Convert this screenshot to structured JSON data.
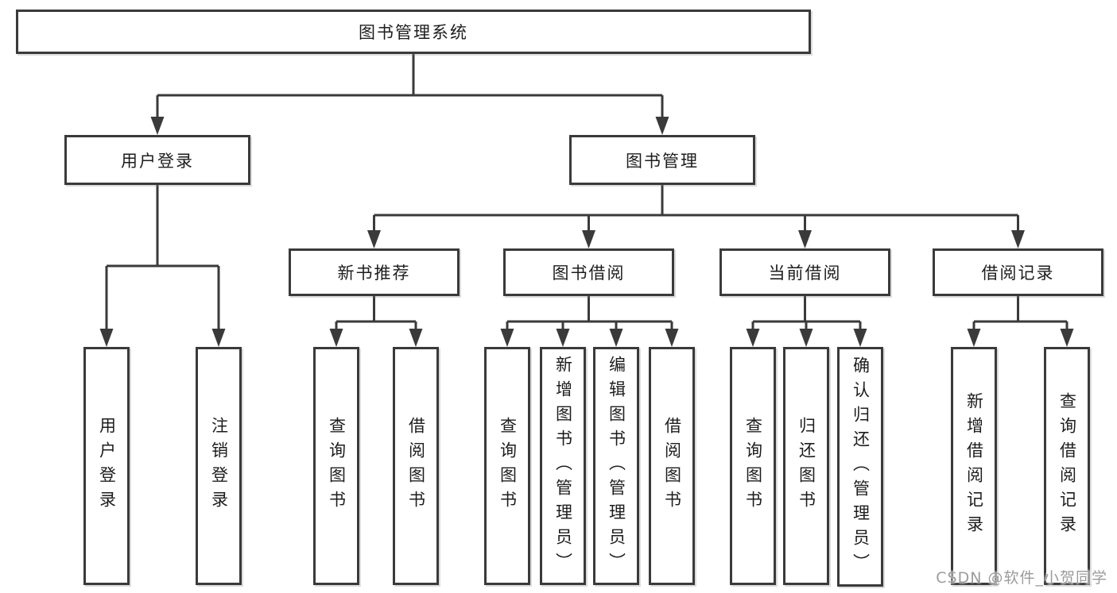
{
  "tree": {
    "label": "图书管理系统",
    "children": [
      {
        "label": "用户登录",
        "children": [
          {
            "label": "用户登录"
          },
          {
            "label": "注销登录"
          }
        ]
      },
      {
        "label": "图书管理",
        "children": [
          {
            "label": "新书推荐",
            "children": [
              {
                "label": "查询图书"
              },
              {
                "label": "借阅图书"
              }
            ]
          },
          {
            "label": "图书借阅",
            "children": [
              {
                "label": "查询图书"
              },
              {
                "label": "新增图书（管理员）"
              },
              {
                "label": "编辑图书（管理员）"
              },
              {
                "label": "借阅图书"
              }
            ]
          },
          {
            "label": "当前借阅",
            "children": [
              {
                "label": "查询图书"
              },
              {
                "label": "归还图书"
              },
              {
                "label": "确认归还（管理员）"
              }
            ]
          },
          {
            "label": "借阅记录",
            "children": [
              {
                "label": "新增借阅记录"
              },
              {
                "label": "查询借阅记录"
              }
            ]
          }
        ]
      }
    ]
  },
  "watermark": {
    "text": "CSDN @软件_小贺同学",
    "color": "#9b9b9b"
  },
  "colors": {
    "line": "#3a3a3a",
    "text": "#1d1d1d",
    "background": "#ffffff"
  }
}
